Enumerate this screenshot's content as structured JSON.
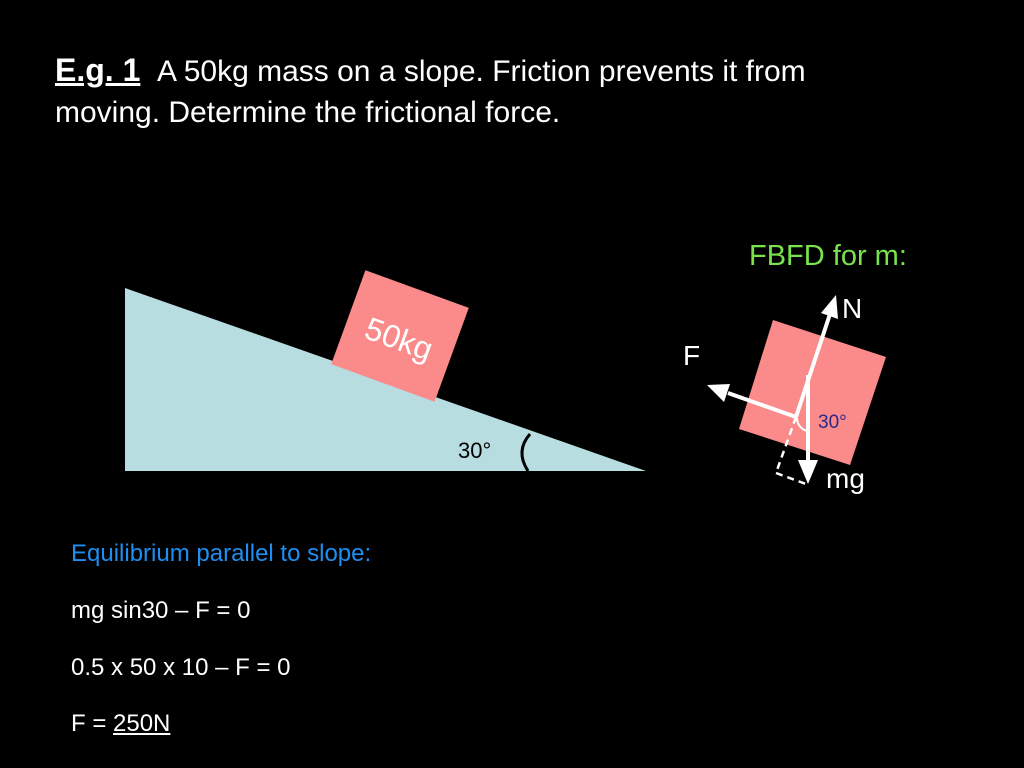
{
  "title": {
    "label": "E.g. 1",
    "line1": "A 50kg mass on a slope. Friction prevents it from",
    "line2": "moving. Determine the frictional force."
  },
  "slope": {
    "mass_label": "50kg",
    "angle_label": "30°"
  },
  "fbfd": {
    "heading": "FBFD for m:",
    "normal_label": "N",
    "friction_label": "F",
    "weight_label": "mg",
    "angle_label": "30°"
  },
  "working": {
    "heading": "Equilibrium parallel to slope:",
    "line1": "mg sin30 –  F = 0",
    "line2": "0.5 x 50 x 10 – F = 0",
    "answer_prefix": "F = ",
    "answer_value": "250N"
  },
  "colors": {
    "background": "#000000",
    "slope_fill": "#b8dde0",
    "block_fill": "#fb8a8a",
    "heading_green": "#79e34c",
    "heading_blue": "#1e8ff0",
    "angle_text_navy": "#2a2a8a"
  }
}
